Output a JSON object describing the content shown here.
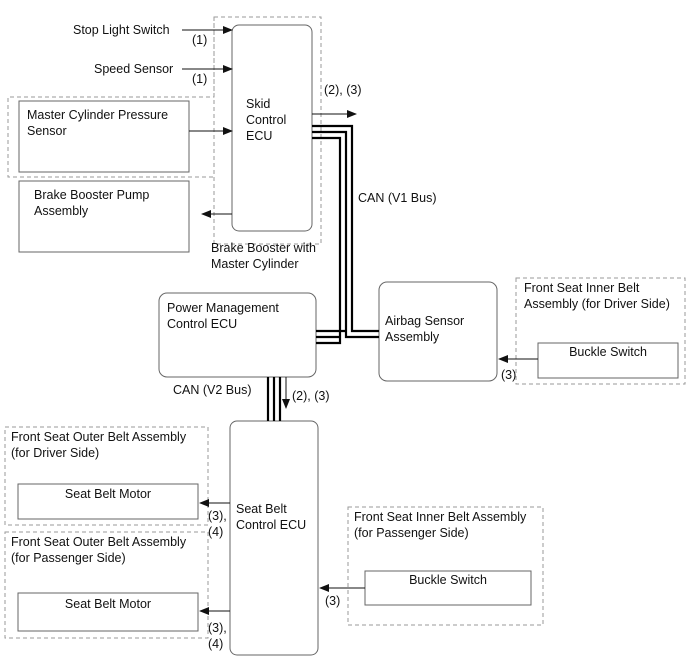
{
  "inputs": {
    "stop_light_switch": "Stop Light Switch",
    "speed_sensor": "Speed Sensor",
    "master_cylinder_pressure_sensor": "Master Cylinder Pressure\nSensor",
    "brake_booster_pump": "Brake Booster Pump\nAssembly"
  },
  "ecus": {
    "skid_control": "Skid\nControl\nECU",
    "power_management": "Power Management\nControl ECU",
    "airbag_sensor": "Airbag Sensor\nAssembly",
    "seat_belt_control": "Seat Belt\nControl ECU"
  },
  "groups": {
    "brake_booster": "Brake Booster with\nMaster Cylinder",
    "front_inner_driver": "Front Seat Inner Belt\nAssembly (for Driver Side)",
    "front_outer_driver": "Front Seat Outer Belt Assembly\n(for Driver Side)",
    "front_outer_passenger": "Front Seat Outer Belt Assembly\n(for Passenger Side)",
    "front_inner_passenger": "Front Seat Inner Belt Assembly\n(for Passenger Side)"
  },
  "components": {
    "buckle_switch_driver": "Buckle Switch",
    "seat_belt_motor_driver": "Seat Belt Motor",
    "seat_belt_motor_passenger": "Seat Belt Motor",
    "buckle_switch_passenger": "Buckle Switch"
  },
  "buses": {
    "can_v1": "CAN (V1 Bus)",
    "can_v2": "CAN (V2 Bus)"
  },
  "signal_labels": {
    "stop_light": "(1)",
    "speed": "(1)",
    "skid_out": "(2), (3)",
    "pm_out": "(2), (3)",
    "buckle_driver": "(3)",
    "motor_driver": "(3),\n(4)",
    "motor_passenger": "(3),\n(4)",
    "buckle_passenger": "(3)"
  }
}
